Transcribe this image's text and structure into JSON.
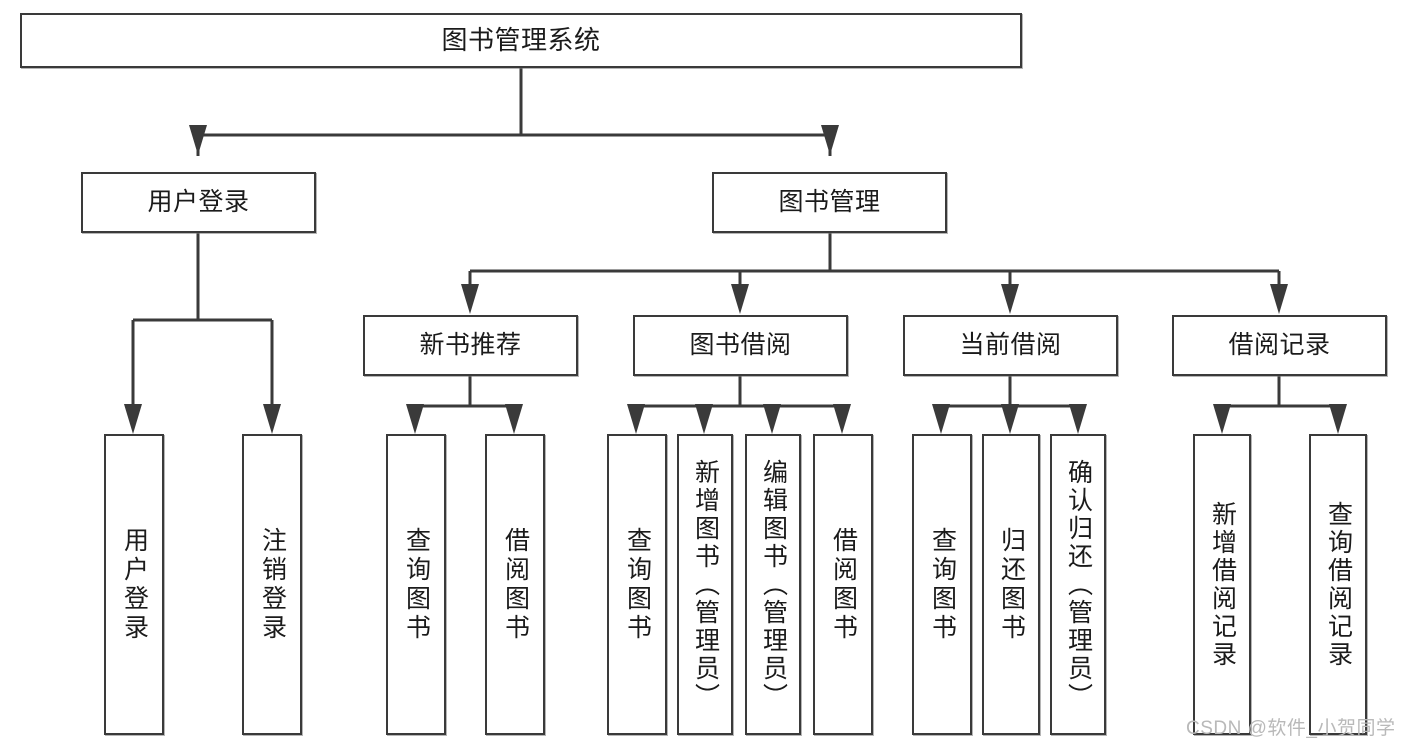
{
  "diagram": {
    "type": "tree-hierarchy-chart",
    "title": "图书管理系统",
    "watermark": "CSDN @软件_小贺同学",
    "colors": {
      "box_border": "#3a3a3a",
      "box_fill": "#ffffff",
      "connector": "#3a3a3a",
      "text": "#1b1b1b",
      "watermark": "#b9b9b9"
    },
    "nodes": {
      "root": {
        "label": "图书管理系统"
      },
      "level2": [
        {
          "label": "用户登录"
        },
        {
          "label": "图书管理"
        }
      ],
      "level3": [
        {
          "label": "新书推荐"
        },
        {
          "label": "图书借阅"
        },
        {
          "label": "当前借阅"
        },
        {
          "label": "借阅记录"
        }
      ],
      "leaves": {
        "user_login": [
          {
            "label": "用户登录"
          },
          {
            "label": "注销登录"
          }
        ],
        "new_book_recommend": [
          {
            "label": "查询图书"
          },
          {
            "label": "借阅图书"
          }
        ],
        "book_borrow": [
          {
            "label": "查询图书"
          },
          {
            "label": "新增图书（管理员）"
          },
          {
            "label": "编辑图书（管理员）"
          },
          {
            "label": "借阅图书"
          }
        ],
        "current_borrow": [
          {
            "label": "查询图书"
          },
          {
            "label": "归还图书"
          },
          {
            "label": "确认归还（管理员）"
          }
        ],
        "borrow_record": [
          {
            "label": "新增借阅记录"
          },
          {
            "label": "查询借阅记录"
          }
        ]
      }
    }
  }
}
